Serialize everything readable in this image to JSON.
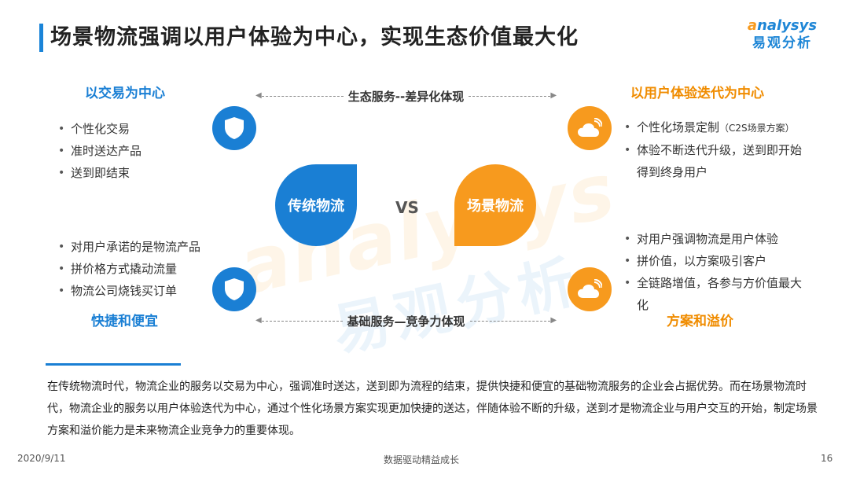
{
  "header": {
    "title": "场景物流强调以用户体验为中心，实现生态价值最大化",
    "logo_en_prefix": "a",
    "logo_en_rest": "nalysys",
    "logo_cn": "易观分析",
    "watermark_en": "analysys",
    "watermark_cn": "易观分析"
  },
  "left": {
    "top_heading": "以交易为中心",
    "top_items": [
      "个性化交易",
      "准时送达产品",
      "送到即结束"
    ],
    "bottom_items": [
      "对用户承诺的是物流产品",
      "拼价格方式撬动流量",
      "物流公司烧钱买订单"
    ],
    "bottom_heading": "快捷和便宜",
    "icon": "shield-icon"
  },
  "right": {
    "top_heading": "以用户体验迭代为中心",
    "top_items": [
      {
        "text": "个性化场景定制",
        "note": "（C2S场景方案）"
      },
      {
        "text": "体验不断迭代升级，送到即开始得到终身用户",
        "note": ""
      }
    ],
    "bottom_items": [
      "对用户强调物流是用户体验",
      "拼价值，以方案吸引客户",
      "全链路增值，各参与方价值最大化"
    ],
    "bottom_heading": "方案和溢价",
    "icon": "cloud-signal-icon"
  },
  "center": {
    "top_arrow_label": "生态服务--差异化体现",
    "bottom_arrow_label": "基础服务—竞争力体现",
    "left_drop": "传统物流",
    "right_drop": "场景物流",
    "vs": "VS"
  },
  "summary": "在传统物流时代，物流企业的服务以交易为中心，强调准时送达，送到即为流程的结束，提供快捷和便宜的基础物流服务的企业会占据优势。而在场景物流时代，物流企业的服务以用户体验迭代为中心，通过个性化场景方案实现更加快捷的送达，伴随体验不断的升级，送到才是物流企业与用户交互的开始，制定场景方案和溢价能力是未来物流企业竞争力的重要体现。",
  "footer": {
    "date": "2020/9/11",
    "slogan": "数据驱动精益成长",
    "page": "16"
  },
  "colors": {
    "blue": "#1a7fd4",
    "orange": "#f79a1e"
  }
}
